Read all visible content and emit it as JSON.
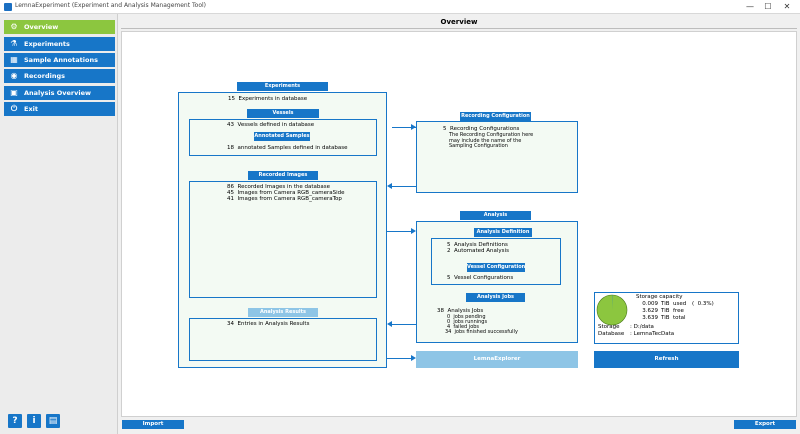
{
  "window": {
    "title": "LemnaExperiment (Experiment and Analysis Management Tool)",
    "minimize": "—",
    "maximize": "☐",
    "close": "✕"
  },
  "sidebar": {
    "items": [
      {
        "label": "Overview",
        "icon": "gear-icon"
      },
      {
        "label": "Experiments",
        "icon": "flask-icon"
      },
      {
        "label": "Sample Annotations",
        "icon": "grid-icon"
      },
      {
        "label": "Recordings",
        "icon": "camera-icon"
      },
      {
        "label": "Analysis Overview",
        "icon": "image-icon"
      },
      {
        "label": "Exit",
        "icon": "power-icon"
      }
    ],
    "tools": [
      {
        "label": "?",
        "icon": "help-icon"
      },
      {
        "label": "i",
        "icon": "info-icon"
      },
      {
        "label": "▤",
        "icon": "document-icon"
      }
    ]
  },
  "header": {
    "title": "Overview"
  },
  "experiments": {
    "label": "Experiments",
    "count_text": "15  Experiments in database",
    "vessels": {
      "label": "Vessels",
      "text": "43  Vessels defined in database"
    },
    "annotated": {
      "label": "Annotated Samples",
      "text": "18  annotated Samples defined in database"
    },
    "recorded": {
      "label": "Recorded Images",
      "lines": [
        "86  Recorded Images in the database",
        "45  Images from Camera RGB_cameraSide",
        "41  Images from Camera RGB_cameraTop"
      ]
    },
    "results": {
      "label": "Analysis Results",
      "text": "34  Entries in Analysis Results"
    }
  },
  "recording_config": {
    "label": "Recording Configuration",
    "text": "5  Recording Configurations",
    "note": "The Recording Configuration here\nmay include the name of the\nSampling Configuration"
  },
  "analysis": {
    "label": "Analysis",
    "definition": {
      "label": "Analysis Definition",
      "lines": [
        "5  Analysis Definitions",
        "2  Automated Analysis"
      ]
    },
    "vessel_config": {
      "label": "Vessel Configuration",
      "text": "5  Vessel Configurations"
    },
    "jobs": {
      "label": "Analysis Jobs",
      "text": "38  Analysis Jobs",
      "details": [
        "0  jobs pending",
        "0  jobs runnings",
        "4  failed jobs",
        "34  jobs finished successfully"
      ]
    }
  },
  "storage": {
    "title": "Storage capacity",
    "rows": [
      {
        "value": "0.009",
        "unit": "TiB",
        "label": "used",
        "pct": "(  0.3%)"
      },
      {
        "value": "3.629",
        "unit": "TiB",
        "label": "free",
        "pct": ""
      },
      {
        "value": "3.639",
        "unit": "TiB",
        "label": "total",
        "pct": ""
      }
    ],
    "storage_label": "Storage",
    "storage_value": ": D:/data",
    "database_label": "Database",
    "database_value": ": LemnaTecData",
    "used_fraction": 0.003,
    "pie_color": "#8cc63f"
  },
  "buttons": {
    "explorer": "LemnaExplorer",
    "refresh": "Refresh",
    "import": "Import",
    "export": "Export"
  },
  "colors": {
    "accent": "#1776c8",
    "active": "#8cc63f",
    "disabled": "#8ec5e6"
  }
}
